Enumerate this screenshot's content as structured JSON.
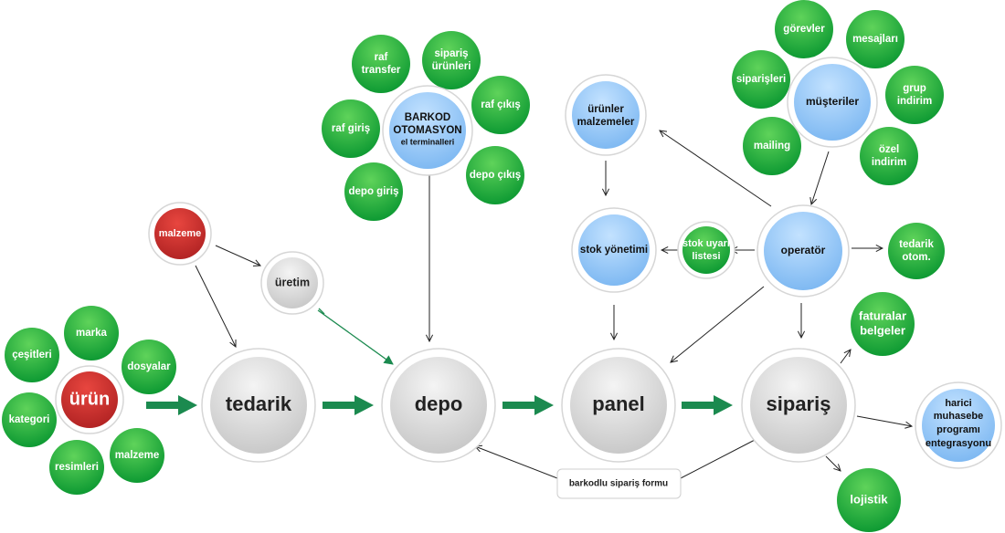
{
  "colors": {
    "green_light": "#5fd35a",
    "green_dark": "#0e9a33",
    "red_light": "#e8463f",
    "red_dark": "#b32424",
    "blue_light": "#c3e2ff",
    "blue_dark": "#7fb9f2",
    "gray_light": "#f4f4f4",
    "gray_dark": "#c9c9c9",
    "flow_arrow": "#1b8a4f"
  },
  "main_flow": {
    "urun": "ürün",
    "tedarik": "tedarik",
    "depo": "depo",
    "panel": "panel",
    "siparis": "sipariş"
  },
  "product_attributes": {
    "marka": "marka",
    "cesitleri": "çeşitleri",
    "dosyalar": "dosyalar",
    "kategori": "kategori",
    "resimleri": "resimleri",
    "malzeme": "malzeme"
  },
  "production": {
    "malzeme": "malzeme",
    "uretim": "üretim"
  },
  "barcode": {
    "hub_line1": "BARKOD",
    "hub_line2": "OTOMASYON",
    "hub_line3": "el terminalleri",
    "raf_transfer_1": "raf",
    "raf_transfer_2": "transfer",
    "siparis_urunleri_1": "sipariş",
    "siparis_urunleri_2": "ürünleri",
    "raf_cikis": "raf çıkış",
    "raf_giris": "raf giriş",
    "depo_giris": "depo giriş",
    "depo_cikis": "depo çıkış"
  },
  "panel_group": {
    "urunler_1": "ürünler",
    "urunler_2": "malzemeler",
    "stok_yonetimi": "stok yönetimi",
    "stok_uyari_1": "stok uyarı",
    "stok_uyari_2": "listesi",
    "operator": "operatör",
    "tedarik_otom_1": "tedarik",
    "tedarik_otom_2": "otom."
  },
  "customers": {
    "hub": "müşteriler",
    "gorevler": "görevler",
    "mesajlari": "mesajları",
    "siparisleri": "siparişleri",
    "grup_indirim_1": "grup",
    "grup_indirim_2": "indirim",
    "mailing": "mailing",
    "ozel_indirim_1": "özel",
    "ozel_indirim_2": "indirim"
  },
  "order_outputs": {
    "faturalar_1": "faturalar",
    "faturalar_2": "belgeler",
    "harici_1": "harici",
    "harici_2": "muhasebe",
    "harici_3": "programı",
    "harici_4": "entegrasyonu",
    "lojistik": "lojistik"
  },
  "barcode_form_label": "barkodlu sipariş formu"
}
